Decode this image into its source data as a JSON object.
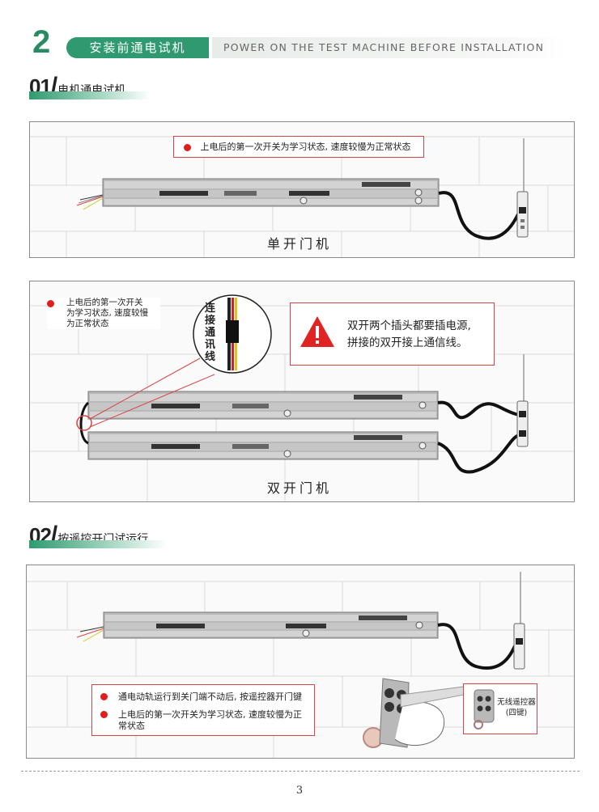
{
  "header": {
    "section_number": "2",
    "section_title": "安装前通电试机",
    "section_title_en": "POWER ON THE TEST MACHINE BEFORE INSTALLATION"
  },
  "step1": {
    "number": "01",
    "slash": "/",
    "title": "电机通电试机"
  },
  "panel_single": {
    "note": "上电后的第一次开关为学习状态, 速度较慢为正常状态",
    "caption": "单开门机"
  },
  "panel_double": {
    "note_lines": [
      "上电后的第一次开关",
      "为学习状态, 速度较慢",
      "为正常状态"
    ],
    "connector_label": "连接通讯线",
    "warning_lines": [
      "双开两个插头都要插电源,",
      "拼接的双开接上通信线。"
    ],
    "caption": "双开门机"
  },
  "step2": {
    "number": "02",
    "slash": "/",
    "title": "按遥控开门试运行"
  },
  "panel_remote": {
    "notes": [
      "通电动轨运行到关门端不动后, 按遥控器开门键",
      "上电后的第一次开关为学习状态, 速度较慢为正常状态"
    ],
    "remote_label_lines": [
      "无线遥控器",
      "(四键)"
    ]
  },
  "footer": {
    "page_number": "3"
  },
  "colors": {
    "brand_green": "#2f9a70",
    "warning_red": "#d64545",
    "dot_red": "#e01e1e"
  },
  "icons": [
    "warning-triangle-icon",
    "bullet-dot-icon",
    "remote-control-icon",
    "power-plug-icon"
  ]
}
